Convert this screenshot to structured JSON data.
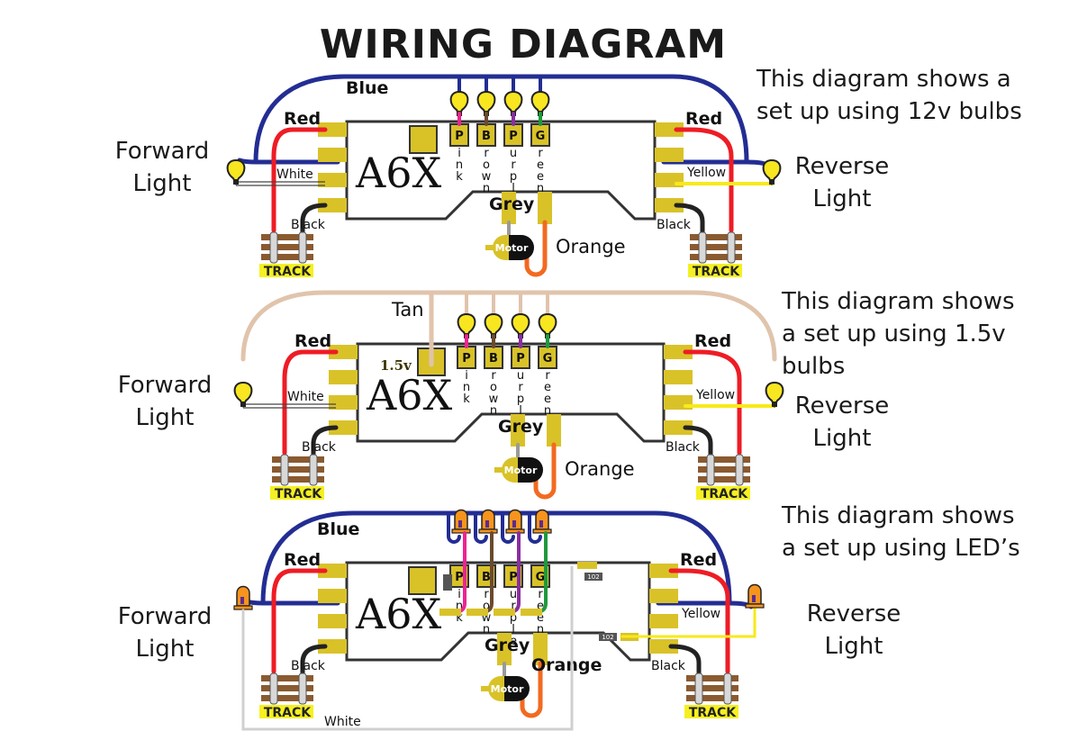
{
  "title": "WIRING DIAGRAM",
  "colors": {
    "blue": "#232d93",
    "red": "#ee1c25",
    "black": "#222222",
    "white_wire": "#d0d0d0",
    "yellow_wire": "#f7ea1a",
    "tan": "#e0c4ac",
    "pink": "#ec2490",
    "brown": "#6b4a2e",
    "purple": "#8a2ea0",
    "green": "#1e9a3c",
    "orange": "#f26a21",
    "grey": "#9a9a9a",
    "pad": "#d9c228",
    "bulb": "#f7e620",
    "led": "#f7941d",
    "board_outline": "#333333"
  },
  "diagrams": [
    {
      "id": "12v",
      "description_lines": [
        "This diagram shows a",
        "set up using  12v bulbs"
      ],
      "board_label": "A6X",
      "forward_label": [
        "Forward",
        "Light"
      ],
      "reverse_label": [
        "Reverse",
        "Light"
      ],
      "common_wire_label": "Blue",
      "wires": {
        "red_left": "Red",
        "red_right": "Red",
        "white": "White",
        "yellow": "Yellow",
        "black_left": "Black",
        "black_right": "Black",
        "grey": "Grey",
        "orange": "Orange"
      },
      "function_pads": [
        {
          "letter": "P",
          "name": "Pink"
        },
        {
          "letter": "B",
          "name": "Brown"
        },
        {
          "letter": "P",
          "name": "Purple"
        },
        {
          "letter": "G",
          "name": "Green"
        }
      ],
      "motor_label": "Motor",
      "track_label": "TRACK",
      "light_type": "bulb"
    },
    {
      "id": "1.5v",
      "description_lines": [
        "This diagram shows",
        "a set up using  1.5v",
        "bulbs"
      ],
      "board_label": "A6X",
      "forward_label": [
        "Forward",
        "Light"
      ],
      "reverse_label": [
        "Reverse",
        "Light"
      ],
      "common_wire_label": "Tan",
      "regulator_label": "1.5v",
      "wires": {
        "red_left": "Red",
        "red_right": "Red",
        "white": "White",
        "yellow": "Yellow",
        "black_left": "Black",
        "black_right": "Black",
        "grey": "Grey",
        "orange": "Orange"
      },
      "function_pads": [
        {
          "letter": "P",
          "name": "Pink"
        },
        {
          "letter": "B",
          "name": "Brown"
        },
        {
          "letter": "P",
          "name": "Purple"
        },
        {
          "letter": "G",
          "name": "Green"
        }
      ],
      "motor_label": "Motor",
      "track_label": "TRACK",
      "light_type": "bulb"
    },
    {
      "id": "led",
      "description_lines": [
        "This diagram shows",
        "a set up using  LED’s"
      ],
      "board_label": "A6X",
      "forward_label": [
        "Forward",
        "Light"
      ],
      "reverse_label": [
        "Reverse",
        "Light"
      ],
      "common_wire_label": "Blue",
      "wires": {
        "red_left": "Red",
        "red_right": "Red",
        "white": "White",
        "yellow": "Yellow",
        "black_left": "Black",
        "black_right": "Black",
        "grey": "Grey",
        "orange": "Orange"
      },
      "function_pads": [
        {
          "letter": "P",
          "name": "Pink"
        },
        {
          "letter": "B",
          "name": "Brown"
        },
        {
          "letter": "P",
          "name": "Purple"
        },
        {
          "letter": "G",
          "name": "Green"
        }
      ],
      "resistor_label": "102",
      "motor_label": "Motor",
      "track_label": "TRACK",
      "light_type": "led"
    }
  ]
}
